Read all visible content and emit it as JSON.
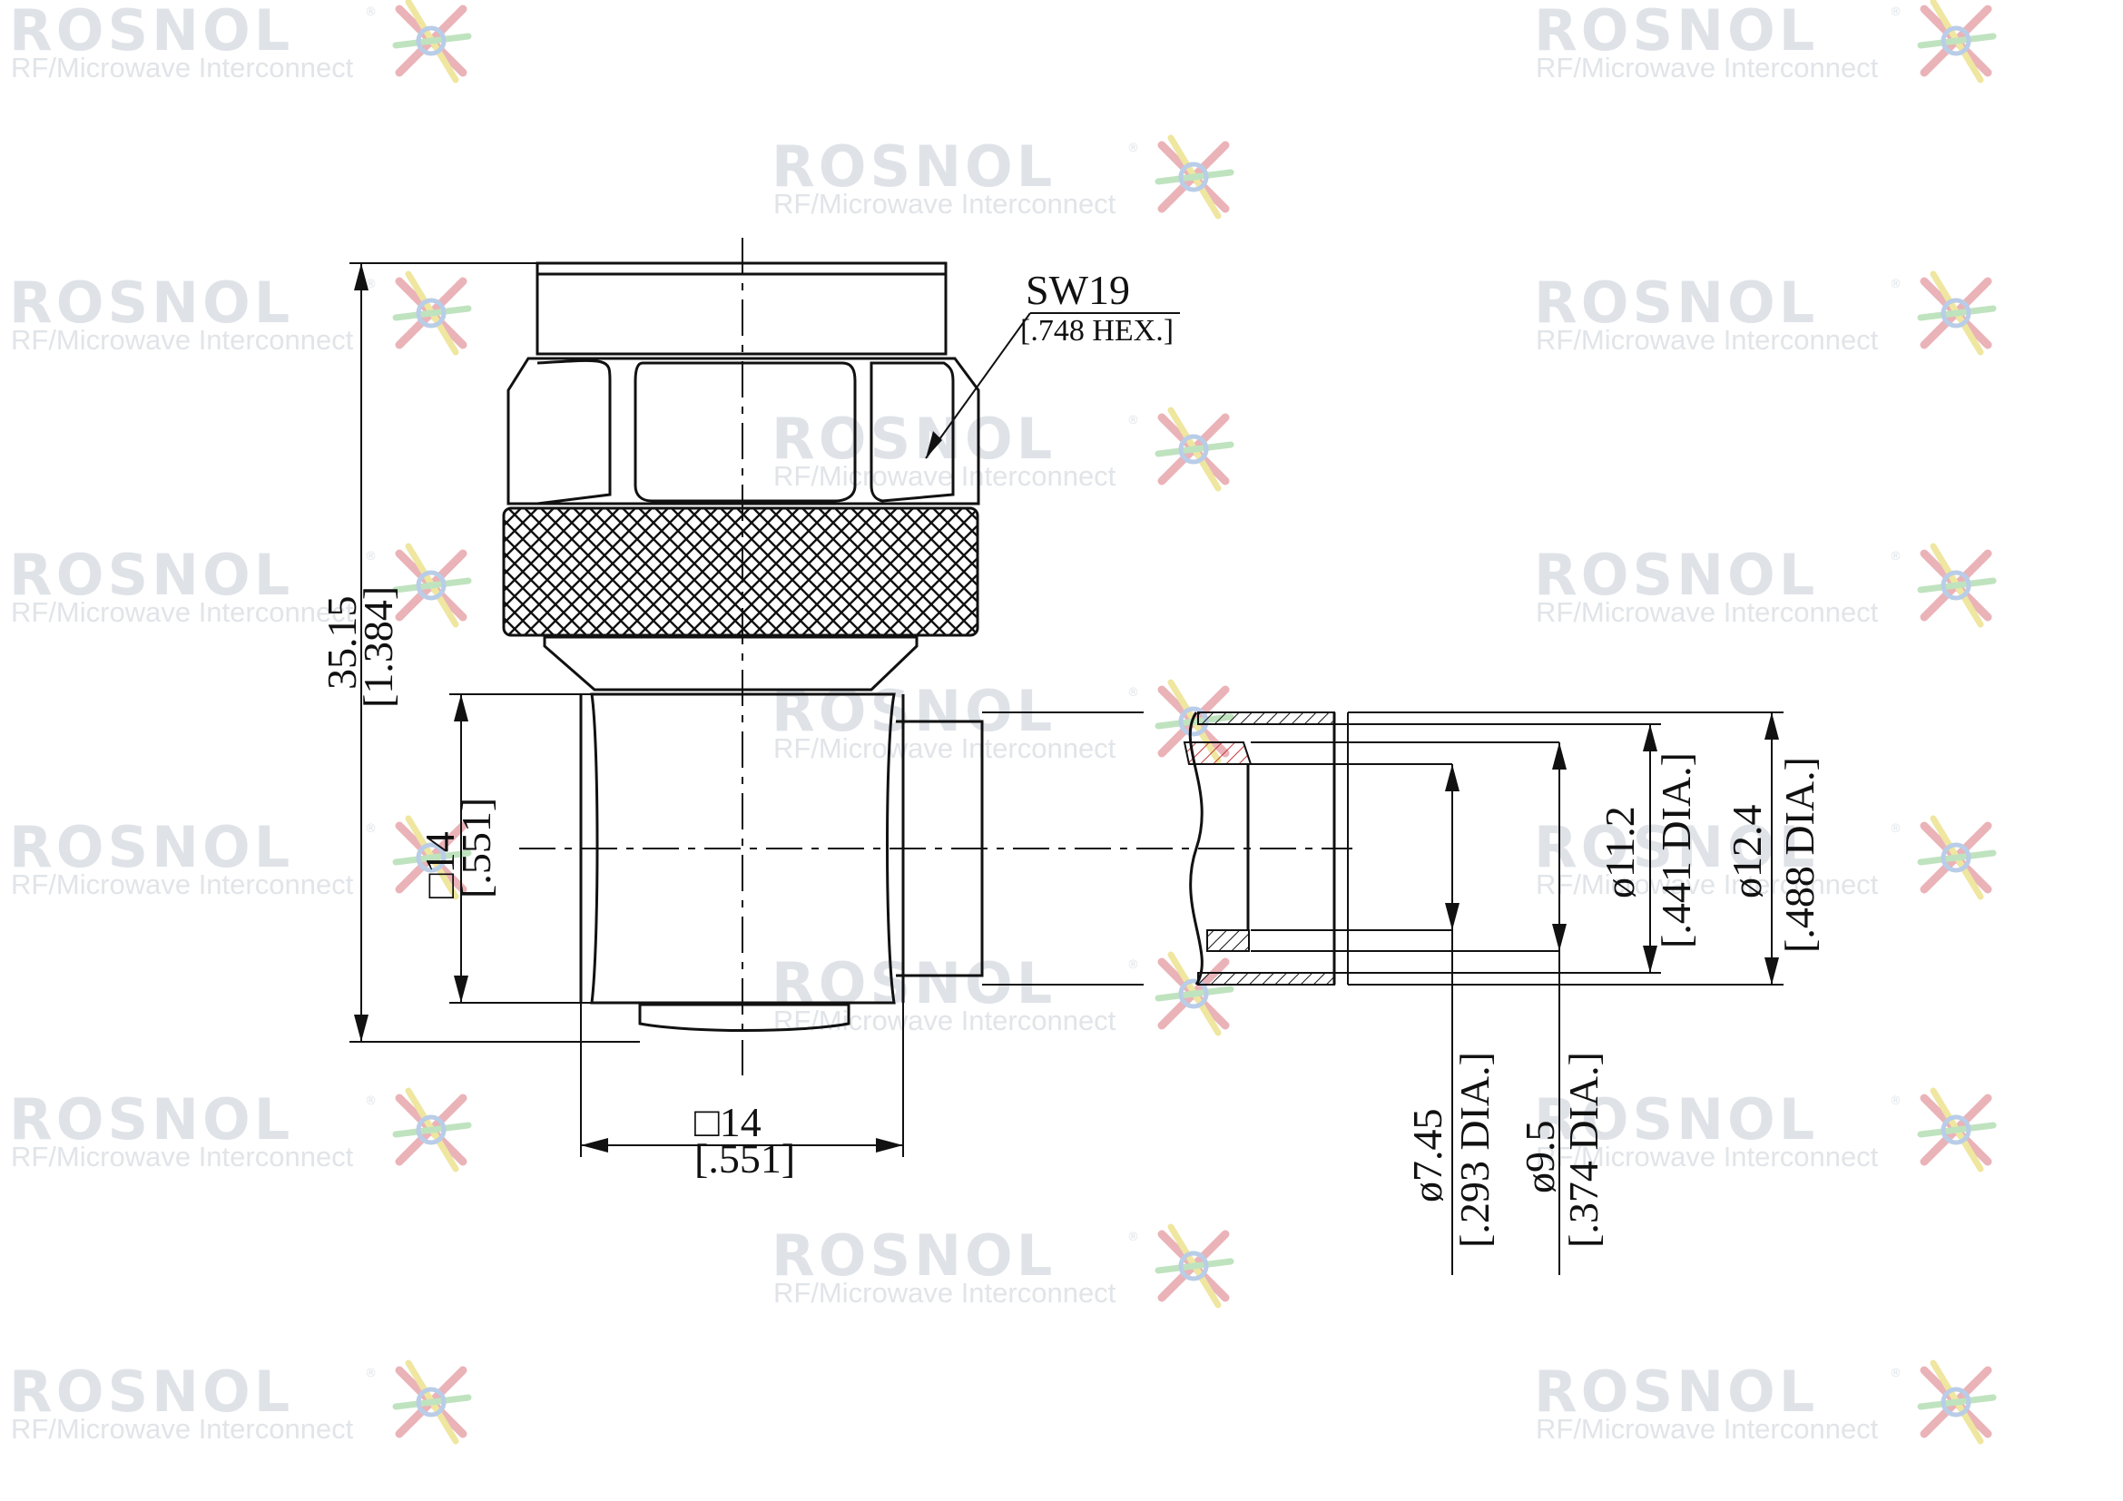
{
  "watermark": {
    "brand": "ROSNOL",
    "tagline": "RF/Microwave Interconnect",
    "registered": "®"
  },
  "callout": {
    "wrench": "SW19",
    "wrench_imperial": "[.748 HEX.]"
  },
  "dimensions": {
    "overall_length": "35.15",
    "overall_length_imperial": "[1.384]",
    "body_height": "□14",
    "body_height_imperial": "[.551]",
    "body_width": "□14",
    "body_width_imperial": "[.551]",
    "bore_11_2": "ø11.2",
    "bore_11_2_imperial": "[.441 DIA.]",
    "bore_12_4": "ø12.4",
    "bore_12_4_imperial": "[.488 DIA.]",
    "bore_7_45": "ø7.45",
    "bore_7_45_imperial": "[.293 DIA.]",
    "bore_9_5": "ø9.5",
    "bore_9_5_imperial": "[.374 DIA.]"
  },
  "colors": {
    "line": "#111111",
    "watermark": "#dfe3e8",
    "logo_red": "#e8a0a8",
    "logo_yellow": "#efe6a0",
    "logo_green": "#bfe3bf",
    "logo_blue": "#b9cde8"
  }
}
